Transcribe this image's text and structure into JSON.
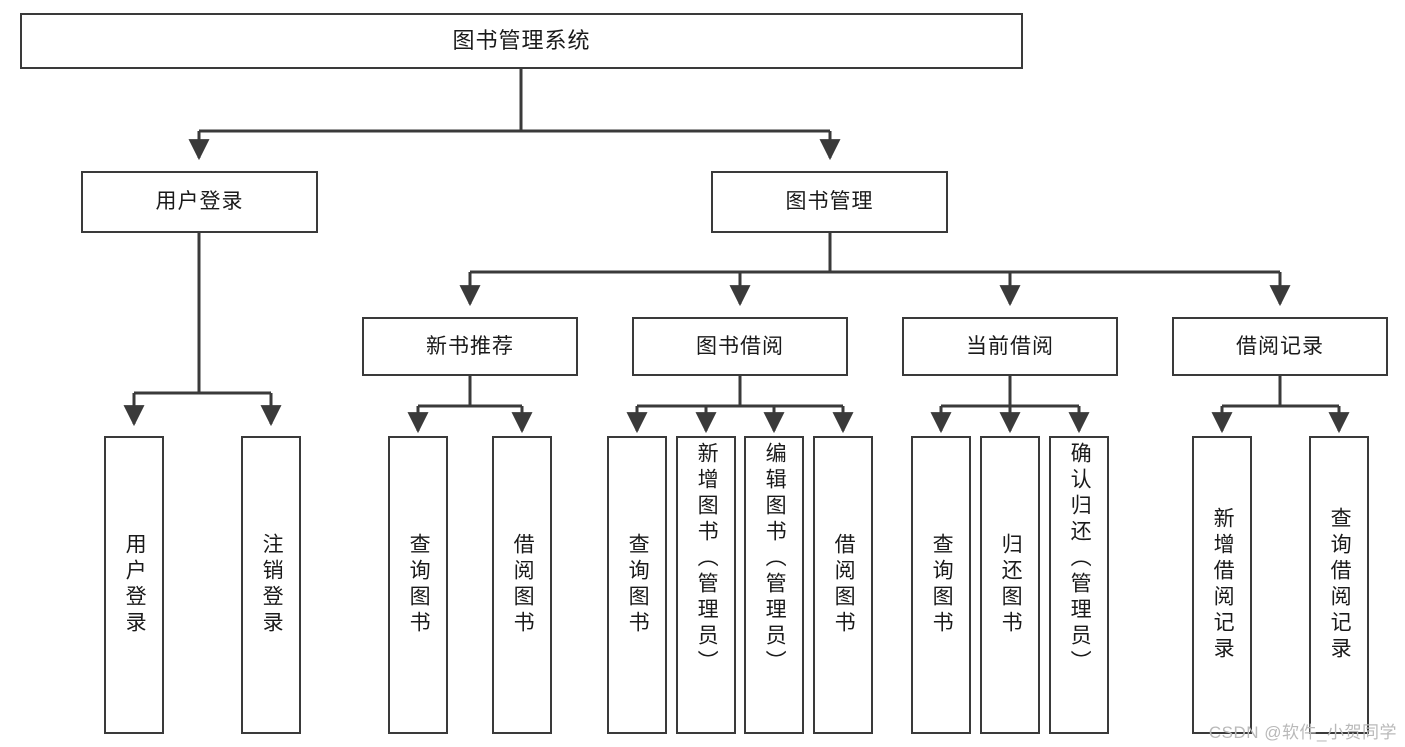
{
  "diagram": {
    "title": "图书管理系统",
    "watermark": "CSDN @软件_小贺同学",
    "line_color": "#3a3a3a",
    "box_fill": "#ffffff",
    "text_color": "#1a1a1a",
    "root": {
      "label": "图书管理系统"
    },
    "level2": [
      {
        "label": "用户登录"
      },
      {
        "label": "图书管理"
      }
    ],
    "level3": [
      {
        "label": "新书推荐"
      },
      {
        "label": "图书借阅"
      },
      {
        "label": "当前借阅"
      },
      {
        "label": "借阅记录"
      }
    ],
    "leaves": {
      "user_login": [
        {
          "label": "用户登录"
        },
        {
          "label": "注销登录"
        }
      ],
      "new_book_recommend": [
        {
          "label": "查询图书"
        },
        {
          "label": "借阅图书"
        }
      ],
      "book_borrow": [
        {
          "label": "查询图书"
        },
        {
          "label": "新增图书（管理员）"
        },
        {
          "label": "编辑图书（管理员）"
        },
        {
          "label": "借阅图书"
        }
      ],
      "current_borrow": [
        {
          "label": "查询图书"
        },
        {
          "label": "归还图书"
        },
        {
          "label": "确认归还（管理员）"
        }
      ],
      "borrow_records": [
        {
          "label": "新增借阅记录"
        },
        {
          "label": "查询借阅记录"
        }
      ]
    }
  }
}
